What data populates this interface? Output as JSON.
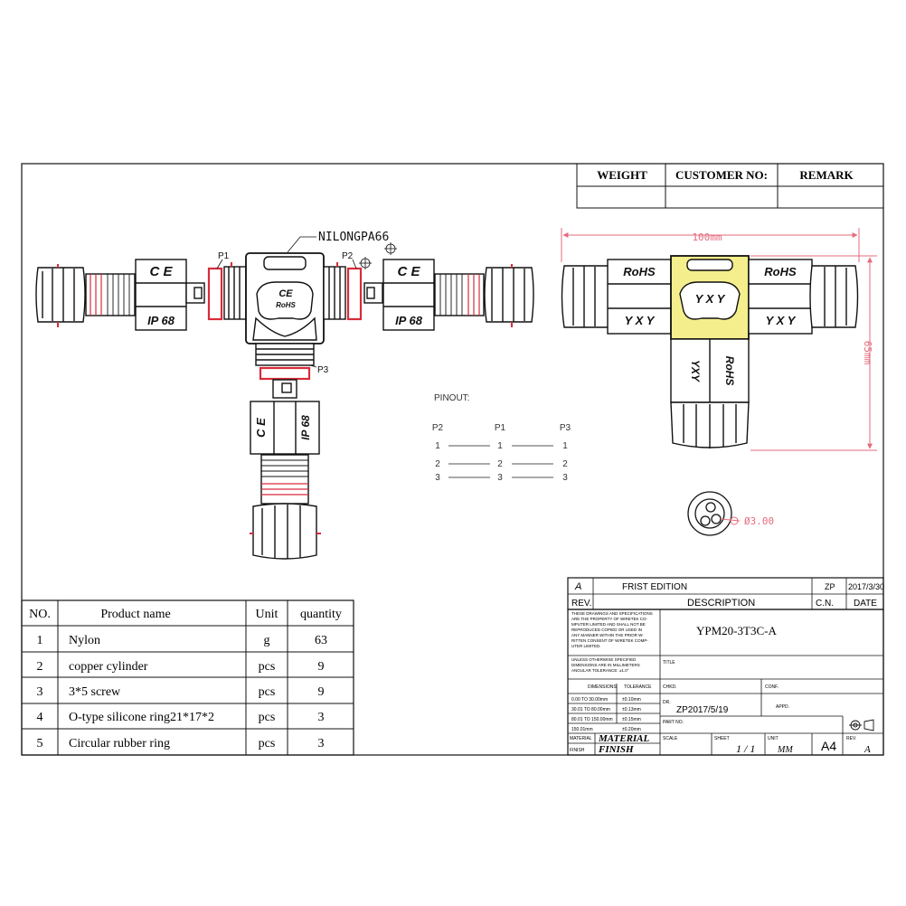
{
  "header": {
    "weight": "WEIGHT",
    "customer_no": "CUSTOMER NO:",
    "remark": "REMARK"
  },
  "views": {
    "material_callout": "NILONGPA66",
    "port_p1": "P1",
    "port_p2": "P2",
    "port_p3": "P3",
    "mark_ce": "C E",
    "mark_ce_rohs_ce": "CE",
    "mark_ce_rohs_rohs": "RoHS",
    "mark_ip": "IP 68",
    "mark_rohs": "RoHS",
    "mark_yxy": "YXY",
    "mark_yxy_spaced": "Y X Y",
    "dim_width": "100mm",
    "dim_height": "65mm",
    "dim_pin": "Ø3.00"
  },
  "pinout": {
    "title": "PINOUT:",
    "columns": [
      "P2",
      "P1",
      "P3"
    ],
    "rows": [
      [
        "1",
        "1",
        "1"
      ],
      [
        "2",
        "2",
        "2"
      ],
      [
        "3",
        "3",
        "3"
      ]
    ]
  },
  "revision": {
    "rev": "A",
    "description": "FRIST EDITION",
    "by": "ZP",
    "date": "2017/3/30",
    "rev_label": "REV.",
    "description_label": "DESCRIPTION",
    "cn_label": "C.N.",
    "date_label": "DATE"
  },
  "title_block": {
    "notice": [
      "THESE DRAWINGS AND SPECIFICATIONS",
      "ARE THE PROPERTY OF WIRETEK CO-",
      "MPUTER LIMITED AND SHALL NOT BE",
      "REPRODUCED COPIED OR USED IN",
      "ANY MANNER WITHIN THE PRIOR W-",
      "RITTEN CONSENT OF WIRETEK COMP-",
      "UTER LIMITED."
    ],
    "part_no": "YPM20-3T3C-A",
    "unless": [
      "UNLESS OTHERWISE SPECIFIED",
      "DIMENSIONS ARE IN MILLIMETERS",
      "ANGULAR  TOLERANCE: ±1.0°"
    ],
    "dimensions_label": "DIMENSIONS",
    "tolerance_label": "TOLERANCE",
    "tolerances": [
      [
        "0.00  TO  30.00mm",
        "±0.10mm"
      ],
      [
        "30.01  TO  80.00mm",
        "±0.13mm"
      ],
      [
        "80.01  TO  150.00mm",
        "±0.15mm"
      ],
      [
        "150.01mm",
        "±0.20mm"
      ]
    ],
    "title_label": "TITLE",
    "chkd_label": "CHKD.",
    "conf_label": "CONF.",
    "dr_label": "DR.",
    "drawn": "ZP2017/5/19",
    "appd_label": "APPD.",
    "part_no_label": "PART NO.",
    "material_label": "MATERIAL",
    "material_value": "MATERIAL",
    "finish_label": "FINISH",
    "finish_value": "FINISH",
    "scale_label": "SCALE",
    "sheet_label": "SHEET",
    "sheet": "1 / 1",
    "unit_label": "UNIT",
    "unit": "MM",
    "size": "A4",
    "rev_label": "REV.",
    "rev": "A"
  },
  "bom": {
    "headers": [
      "NO.",
      "Product name",
      "Unit",
      "quantity"
    ],
    "rows": [
      [
        "1",
        "Nylon",
        "g",
        "63"
      ],
      [
        "2",
        "copper cylinder",
        "pcs",
        "9"
      ],
      [
        "3",
        "3*5 screw",
        "pcs",
        "9"
      ],
      [
        "4",
        "O-type silicone ring21*17*2",
        "pcs",
        "3"
      ],
      [
        "5",
        "Circular rubber ring",
        "pcs",
        "3"
      ]
    ]
  },
  "colors": {
    "line": "#111111",
    "accent_red": "#d92b3a",
    "dim_pink": "#e56b7d",
    "highlight_yellow": "#f4ef8c"
  }
}
